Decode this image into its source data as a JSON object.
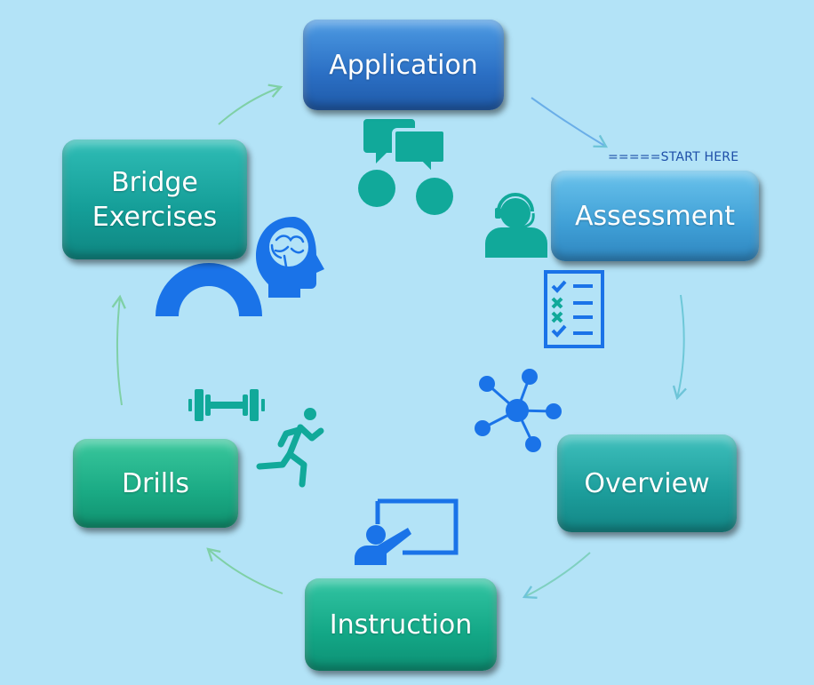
{
  "diagram": {
    "nodes": [
      {
        "id": "application",
        "label": "Application"
      },
      {
        "id": "assessment",
        "label": "Assessment"
      },
      {
        "id": "overview",
        "label": "Overview"
      },
      {
        "id": "instruction",
        "label": "Instruction"
      },
      {
        "id": "drills",
        "label": "Drills"
      },
      {
        "id": "bridge",
        "label": "Bridge\nExercises"
      }
    ],
    "start_note": "=====START HERE",
    "flow": [
      "assessment",
      "overview",
      "instruction",
      "drills",
      "bridge",
      "application",
      "assessment"
    ],
    "icons": [
      "chat-bubbles-icon",
      "people-icon",
      "headset-agent-icon",
      "checklist-icon",
      "network-hub-icon",
      "teacher-board-icon",
      "running-person-icon",
      "dumbbell-icon",
      "head-brain-icon",
      "semicircle-arch-icon"
    ],
    "colors": {
      "background": "#b3e3f7",
      "icon_blue": "#1a73e8",
      "icon_teal": "#11a99a",
      "arrow": "#7ecfbf"
    }
  }
}
